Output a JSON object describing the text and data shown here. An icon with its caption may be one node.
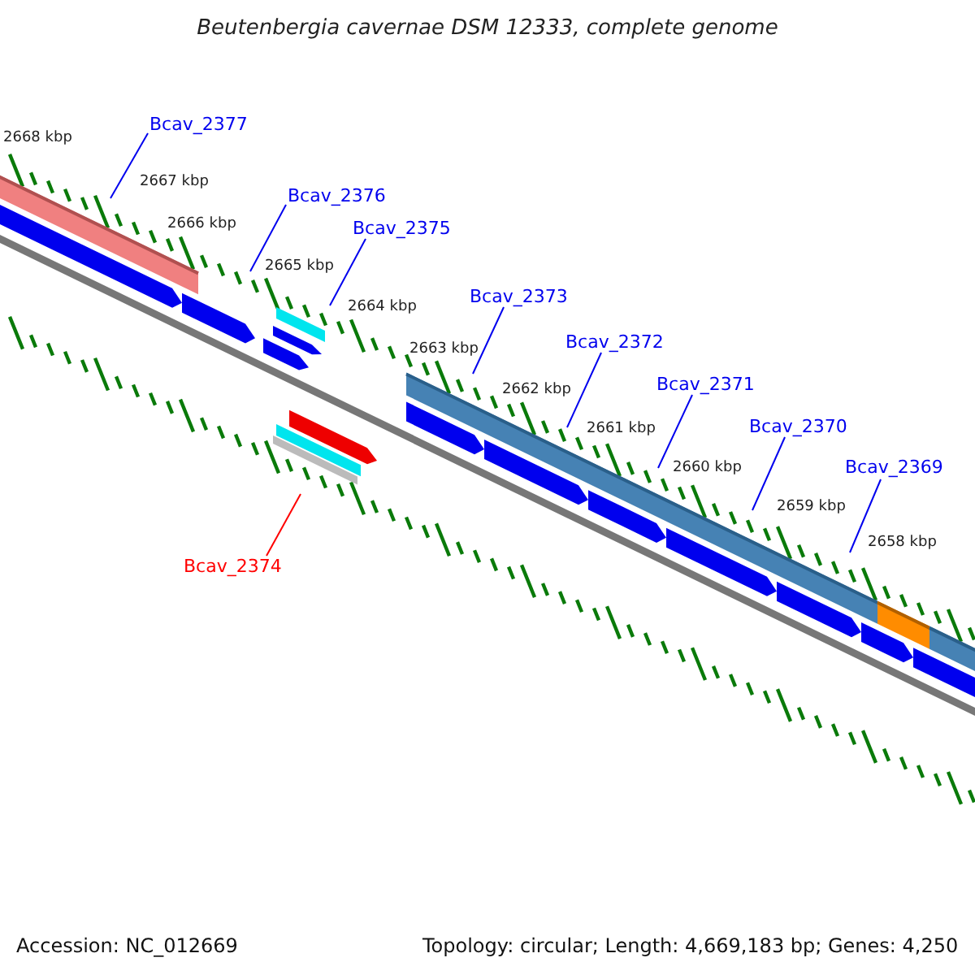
{
  "diagram": {
    "title": "Beutenbergia cavernae DSM 12333, complete genome",
    "nodes": [
      {
        "text": [
          "Bcav_2377"
        ]
      },
      {
        "text": [
          "Bcav_2376"
        ]
      },
      {
        "text": [
          "Bcav_2375"
        ]
      },
      {
        "text": [
          "Bcav_2373"
        ]
      },
      {
        "text": [
          "Bcav_2372"
        ]
      },
      {
        "text": [
          "Bcav_2371"
        ]
      },
      {
        "text": [
          "Bcav_2370"
        ]
      },
      {
        "text": [
          "Bcav_2369"
        ]
      },
      {
        "text": [
          "Bcav_2374"
        ]
      }
    ],
    "edges": [
      {
        "from": 0,
        "to": null,
        "arrow": "none"
      },
      {
        "from": 1,
        "to": null,
        "arrow": "none"
      },
      {
        "from": 2,
        "to": null,
        "arrow": "none"
      },
      {
        "from": 3,
        "to": null,
        "arrow": "none"
      },
      {
        "from": 4,
        "to": null,
        "arrow": "none"
      },
      {
        "from": 5,
        "to": null,
        "arrow": "none"
      },
      {
        "from": 6,
        "to": null,
        "arrow": "none"
      },
      {
        "from": 7,
        "to": null,
        "arrow": "none"
      },
      {
        "from": 8,
        "to": null,
        "arrow": "none",
        "color": "#ff0000"
      }
    ],
    "labels": [
      "2668 kbp",
      "2667 kbp",
      "2666 kbp",
      "2665 kbp",
      "2664 kbp",
      "2663 kbp",
      "2662 kbp",
      "2661 kbp",
      "2660 kbp",
      "2659 kbp",
      "2658 kbp",
      "Accession: NC_012669",
      "Topology: circular; Length: 4,669,183 bp; Genes: 4,250"
    ]
  }
}
